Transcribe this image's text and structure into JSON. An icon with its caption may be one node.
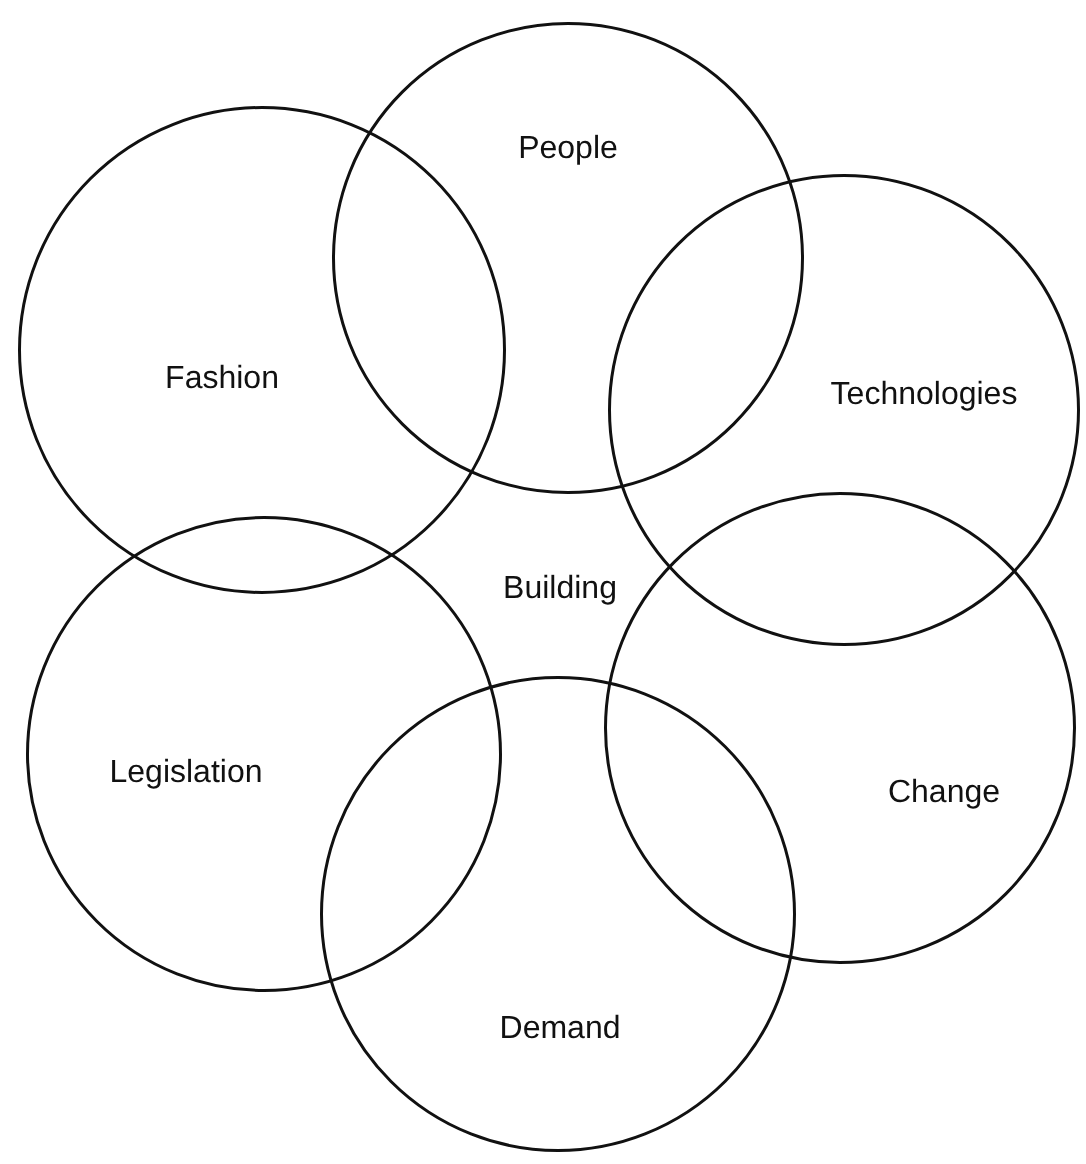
{
  "diagram": {
    "nodes": [
      {
        "text": [
          "People"
        ]
      },
      {
        "text": [
          "Fashion"
        ]
      },
      {
        "text": [
          "Technologies"
        ]
      },
      {
        "text": [
          "Legislation"
        ]
      },
      {
        "text": [
          "Change"
        ]
      },
      {
        "text": [
          "Demand"
        ]
      }
    ],
    "edges": [],
    "labels": [
      "Building"
    ]
  }
}
